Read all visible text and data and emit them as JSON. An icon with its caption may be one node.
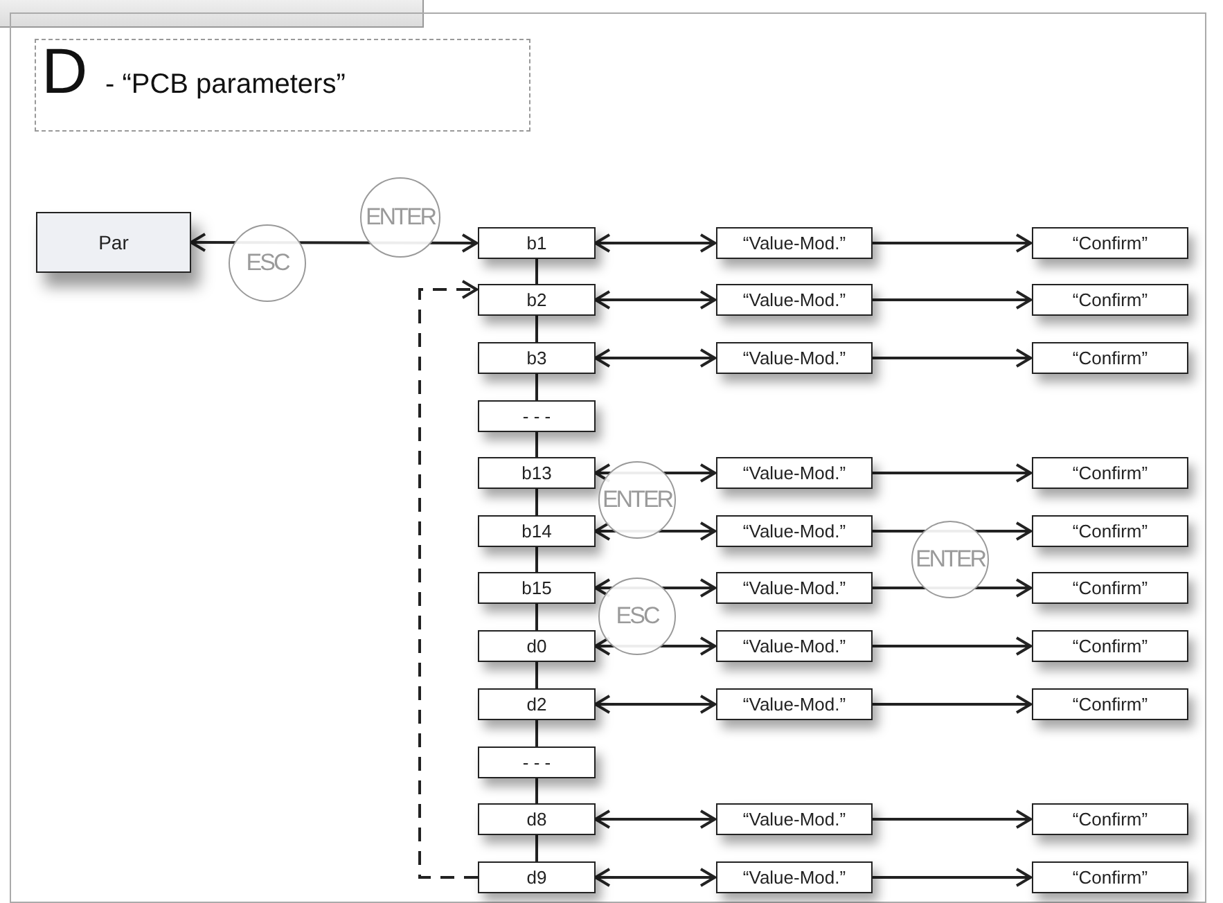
{
  "diagram": {
    "nodes": [
      {
        "text": [
          "Par"
        ]
      },
      {
        "text": [
          "b1"
        ]
      },
      {
        "text": [
          "“Value-Mod.”"
        ]
      },
      {
        "text": [
          "“Confirm”"
        ]
      },
      {
        "text": [
          "b2"
        ]
      },
      {
        "text": [
          "“Value-Mod.”"
        ]
      },
      {
        "text": [
          "“Confirm”"
        ]
      },
      {
        "text": [
          "b3"
        ]
      },
      {
        "text": [
          "“Value-Mod.”"
        ]
      },
      {
        "text": [
          "“Confirm”"
        ]
      },
      {
        "text": [
          "- - -"
        ]
      },
      {
        "text": [
          "b13"
        ]
      },
      {
        "text": [
          "“Value-Mod.”"
        ]
      },
      {
        "text": [
          "“Confirm”"
        ]
      },
      {
        "text": [
          "b14"
        ]
      },
      {
        "text": [
          "“Value-Mod.”"
        ]
      },
      {
        "text": [
          "“Confirm”"
        ]
      },
      {
        "text": [
          "b15"
        ]
      },
      {
        "text": [
          "“Value-Mod.”"
        ]
      },
      {
        "text": [
          "“Confirm”"
        ]
      },
      {
        "text": [
          "d0"
        ]
      },
      {
        "text": [
          "“Value-Mod.”"
        ]
      },
      {
        "text": [
          "“Confirm”"
        ]
      },
      {
        "text": [
          "d2"
        ]
      },
      {
        "text": [
          "“Value-Mod.”"
        ]
      },
      {
        "text": [
          "“Confirm”"
        ]
      },
      {
        "text": [
          "- - -"
        ]
      },
      {
        "text": [
          "d8"
        ]
      },
      {
        "text": [
          "“Value-Mod.”"
        ]
      },
      {
        "text": [
          "“Confirm”"
        ]
      },
      {
        "text": [
          "d9"
        ]
      },
      {
        "text": [
          "“Value-Mod.”"
        ]
      },
      {
        "text": [
          "“Confirm”"
        ]
      }
    ],
    "edges": [
      {
        "from": 0,
        "to": 1,
        "arrow": "both"
      },
      {
        "from": 1,
        "to": 4,
        "arrow": "none"
      },
      {
        "from": 4,
        "to": 7,
        "arrow": "none"
      },
      {
        "from": 7,
        "to": 10,
        "arrow": "none"
      },
      {
        "from": 10,
        "to": 11,
        "arrow": "none"
      },
      {
        "from": 11,
        "to": 14,
        "arrow": "none"
      },
      {
        "from": 14,
        "to": 17,
        "arrow": "none"
      },
      {
        "from": 17,
        "to": 20,
        "arrow": "none"
      },
      {
        "from": 20,
        "to": 23,
        "arrow": "none"
      },
      {
        "from": 23,
        "to": 26,
        "arrow": "none"
      },
      {
        "from": 26,
        "to": 27,
        "arrow": "none"
      },
      {
        "from": 27,
        "to": 30,
        "arrow": "none"
      },
      {
        "from": 1,
        "to": 2,
        "arrow": "both"
      },
      {
        "from": 2,
        "to": 3,
        "arrow": "to"
      },
      {
        "from": 4,
        "to": 5,
        "arrow": "both"
      },
      {
        "from": 5,
        "to": 6,
        "arrow": "to"
      },
      {
        "from": 7,
        "to": 8,
        "arrow": "both"
      },
      {
        "from": 8,
        "to": 9,
        "arrow": "to"
      },
      {
        "from": 11,
        "to": 12,
        "arrow": "both"
      },
      {
        "from": 12,
        "to": 13,
        "arrow": "to"
      },
      {
        "from": 14,
        "to": 15,
        "arrow": "both"
      },
      {
        "from": 15,
        "to": 16,
        "arrow": "to"
      },
      {
        "from": 17,
        "to": 18,
        "arrow": "both"
      },
      {
        "from": 18,
        "to": 19,
        "arrow": "to"
      },
      {
        "from": 20,
        "to": 21,
        "arrow": "both"
      },
      {
        "from": 21,
        "to": 22,
        "arrow": "to"
      },
      {
        "from": 23,
        "to": 24,
        "arrow": "both"
      },
      {
        "from": 24,
        "to": 25,
        "arrow": "to"
      },
      {
        "from": 27,
        "to": 28,
        "arrow": "both"
      },
      {
        "from": 28,
        "to": 29,
        "arrow": "to"
      },
      {
        "from": 30,
        "to": 31,
        "arrow": "both"
      },
      {
        "from": 31,
        "to": 32,
        "arrow": "to"
      },
      {
        "from": 30,
        "to": 4,
        "arrow": "to",
        "style": "dashed"
      }
    ],
    "labels": [
      "D",
      "- “PCB parameters”",
      "ENTER",
      "ESC",
      "ENTER",
      "ENTER",
      "ESC"
    ]
  }
}
